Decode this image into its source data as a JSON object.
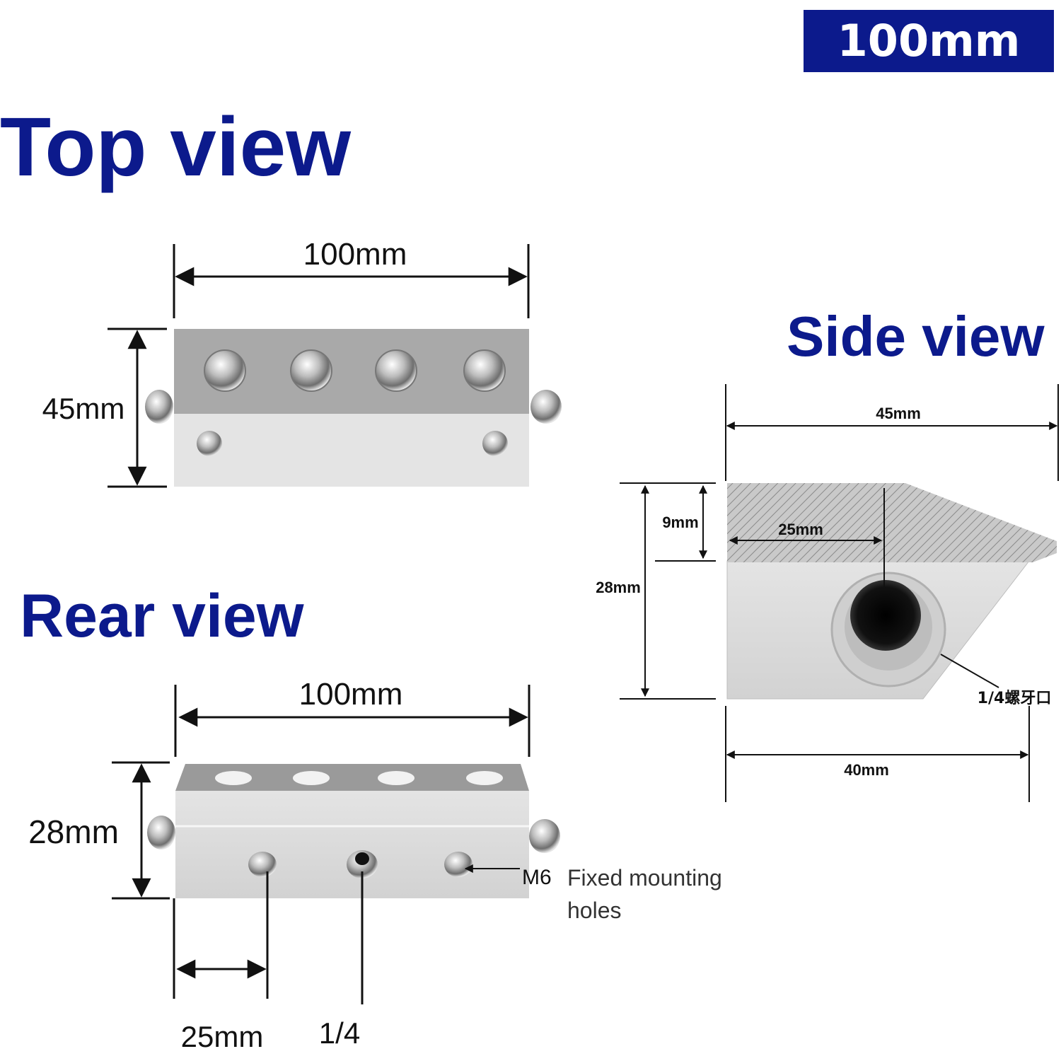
{
  "badge": {
    "label": "100mm",
    "color": "#0c1a8c"
  },
  "top_view": {
    "heading": "Top view",
    "width_label": "100mm",
    "height_label": "45mm"
  },
  "rear_view": {
    "heading": "Rear view",
    "width_label": "100mm",
    "height_label": "28mm",
    "offset_label": "25mm",
    "center_hole_label": "1/4",
    "m6_label": "M6",
    "fixed_line1": "Fixed mounting",
    "fixed_line2": "holes"
  },
  "side_view": {
    "heading": "Side view",
    "width_label": "45mm",
    "lip_label": "9mm",
    "height_label": "28mm",
    "inner_label": "25mm",
    "base_label": "40mm",
    "thread_label": "1/4螺牙口"
  },
  "colors": {
    "heading": "#0c1a8c",
    "line": "#111111"
  }
}
